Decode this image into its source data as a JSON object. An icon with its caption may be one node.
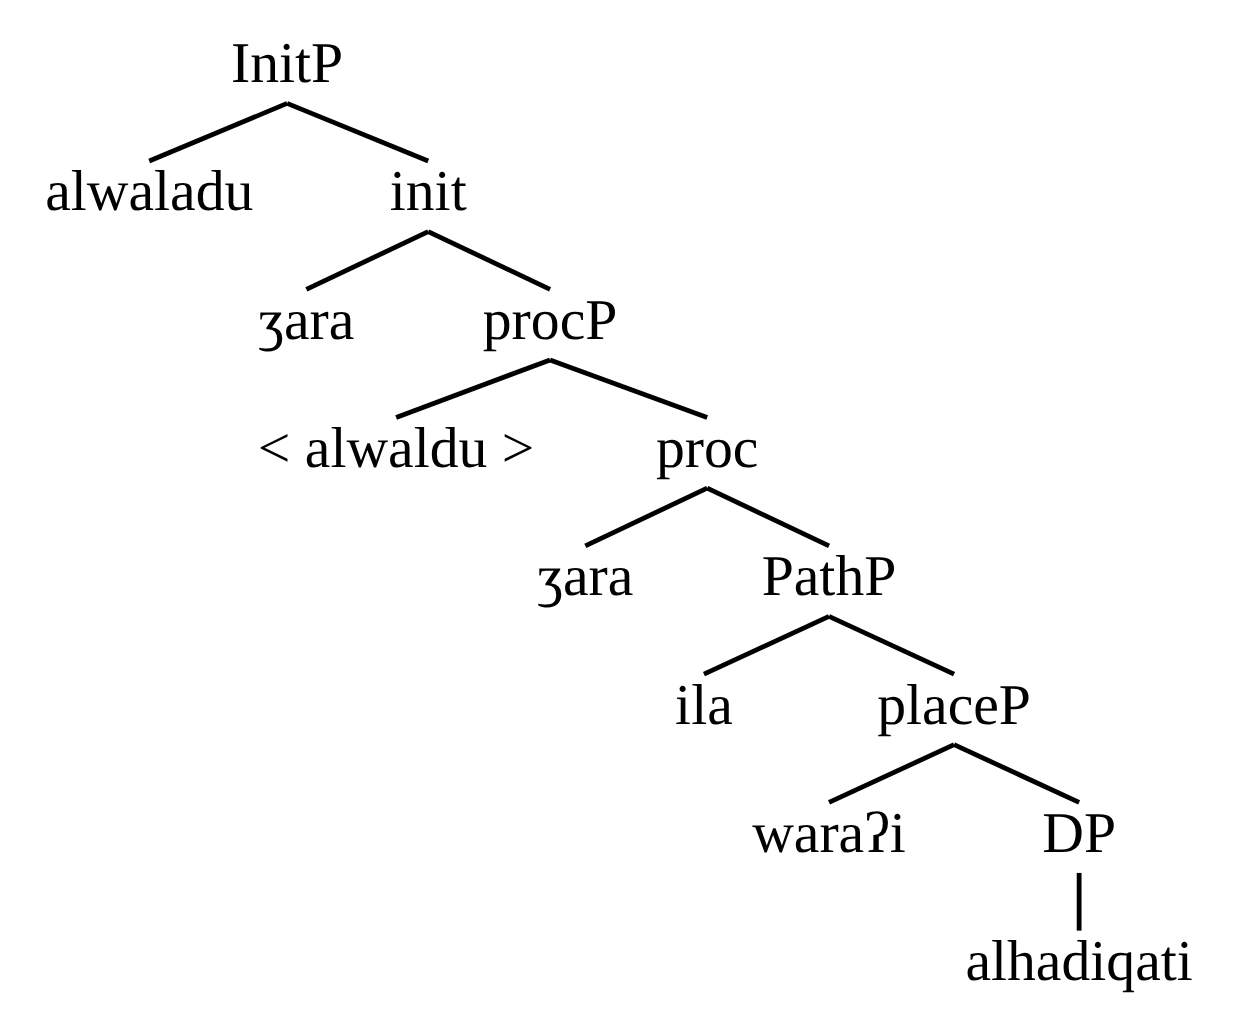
{
  "diagram": {
    "nodes": [
      {
        "text": [
          "InitP"
        ]
      },
      {
        "text": [
          "alwaladu"
        ]
      },
      {
        "text": [
          "init"
        ]
      },
      {
        "text": [
          "ʒara"
        ]
      },
      {
        "text": [
          "procP"
        ]
      },
      {
        "text": [
          "< alwaldu >"
        ]
      },
      {
        "text": [
          "proc"
        ]
      },
      {
        "text": [
          "ʒara"
        ]
      },
      {
        "text": [
          "PathP"
        ]
      },
      {
        "text": [
          "ila"
        ]
      },
      {
        "text": [
          "placeP"
        ]
      },
      {
        "text": [
          "waraʔi"
        ]
      },
      {
        "text": [
          "DP"
        ]
      },
      {
        "text": [
          "alhadiqati"
        ]
      }
    ],
    "edges": [
      {
        "from": 0,
        "to": 1,
        "arrow": "none"
      },
      {
        "from": 0,
        "to": 2,
        "arrow": "none"
      },
      {
        "from": 2,
        "to": 3,
        "arrow": "none"
      },
      {
        "from": 2,
        "to": 4,
        "arrow": "none"
      },
      {
        "from": 4,
        "to": 5,
        "arrow": "none"
      },
      {
        "from": 4,
        "to": 6,
        "arrow": "none"
      },
      {
        "from": 6,
        "to": 7,
        "arrow": "none"
      },
      {
        "from": 6,
        "to": 8,
        "arrow": "none"
      },
      {
        "from": 8,
        "to": 9,
        "arrow": "none"
      },
      {
        "from": 8,
        "to": 10,
        "arrow": "none"
      },
      {
        "from": 10,
        "to": 11,
        "arrow": "none"
      },
      {
        "from": 10,
        "to": 12,
        "arrow": "none"
      },
      {
        "from": 12,
        "to": 13,
        "arrow": "none"
      }
    ]
  }
}
